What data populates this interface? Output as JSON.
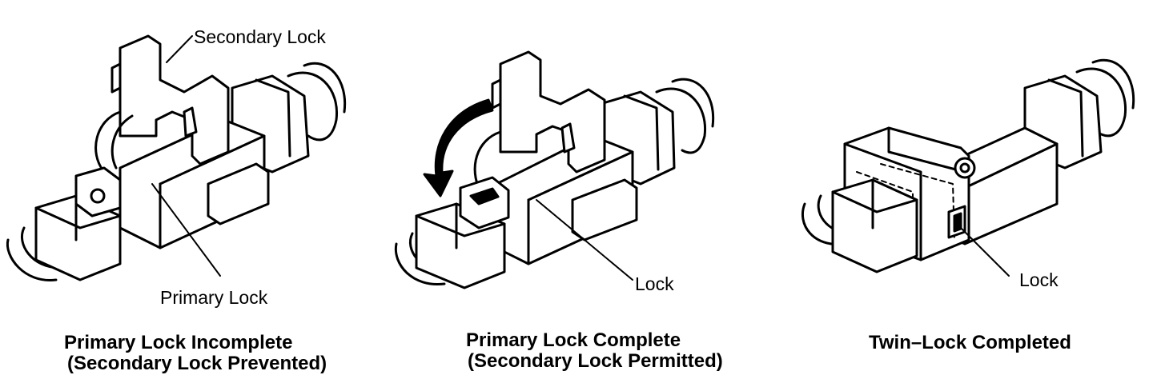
{
  "panels": [
    {
      "labels": {
        "secondary": "Secondary Lock",
        "primary": "Primary Lock"
      },
      "caption": {
        "line1": "Primary Lock Incomplete",
        "line2": "(Secondary Lock Prevented)"
      }
    },
    {
      "labels": {
        "lock": "Lock"
      },
      "caption": {
        "line1": "Primary Lock Complete",
        "line2": "(Secondary Lock Permitted)"
      }
    },
    {
      "labels": {
        "lock": "Lock"
      },
      "caption": {
        "line1": "Twin–Lock Completed"
      }
    }
  ],
  "colors": {
    "ink": "#000000",
    "paper": "#ffffff"
  }
}
